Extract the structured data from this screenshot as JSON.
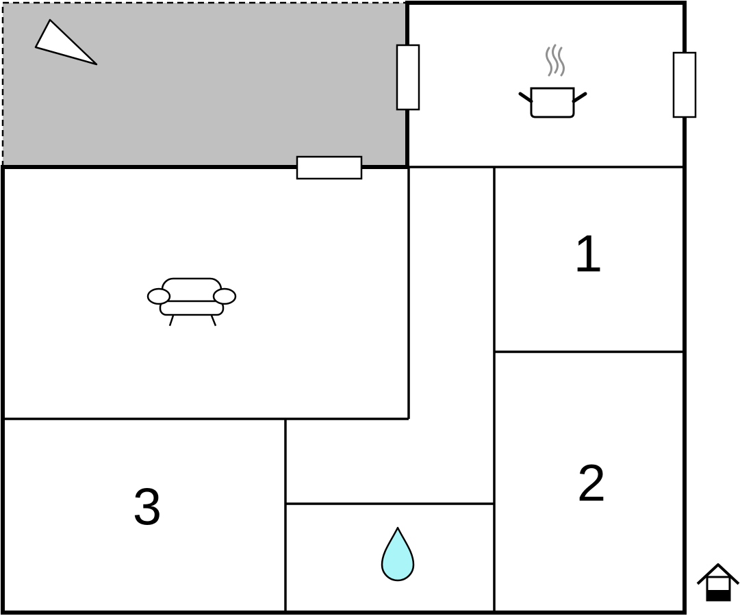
{
  "colors": {
    "wall": "#000000",
    "terrace_fill": "#c0c0c0",
    "background": "#ffffff",
    "water_drop": "#aaf5f8",
    "steam": "#909090"
  },
  "rooms": {
    "terrace": {
      "icon": "compass-north-arrow-icon"
    },
    "kitchen": {
      "icon": "cooking-pot-icon"
    },
    "living_room": {
      "icon": "sofa-icon"
    },
    "bedroom_1": {
      "label": "1"
    },
    "bedroom_2": {
      "label": "2"
    },
    "bedroom_3": {
      "label": "3"
    },
    "bathroom": {
      "icon": "water-drop-icon"
    }
  },
  "legend": {
    "icon": "house-floor-icon"
  }
}
